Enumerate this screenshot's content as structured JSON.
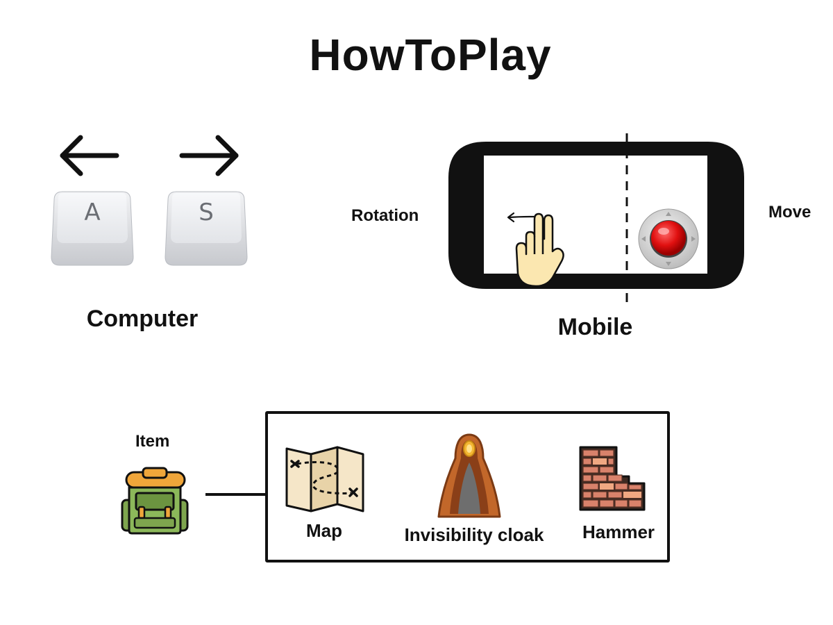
{
  "title": "HowToPlay",
  "computer": {
    "label": "Computer",
    "keys": [
      {
        "letter": "A",
        "arrow": "left-arrow-icon"
      },
      {
        "letter": "S",
        "arrow": "right-arrow-icon"
      }
    ]
  },
  "mobile": {
    "label": "Mobile",
    "left_zone_label": "Rotation",
    "right_zone_label": "Move",
    "left_zone_icon": "swipe-hand-icon",
    "right_zone_icon": "joystick-icon",
    "joystick_color": "#e01010"
  },
  "items": {
    "label": "Item",
    "container_icon": "backpack-icon",
    "list": [
      {
        "name": "Map",
        "icon": "map-icon"
      },
      {
        "name": "Invisibility cloak",
        "icon": "cloak-icon"
      },
      {
        "name": "Hammer",
        "icon": "brick-wall-icon"
      }
    ]
  }
}
